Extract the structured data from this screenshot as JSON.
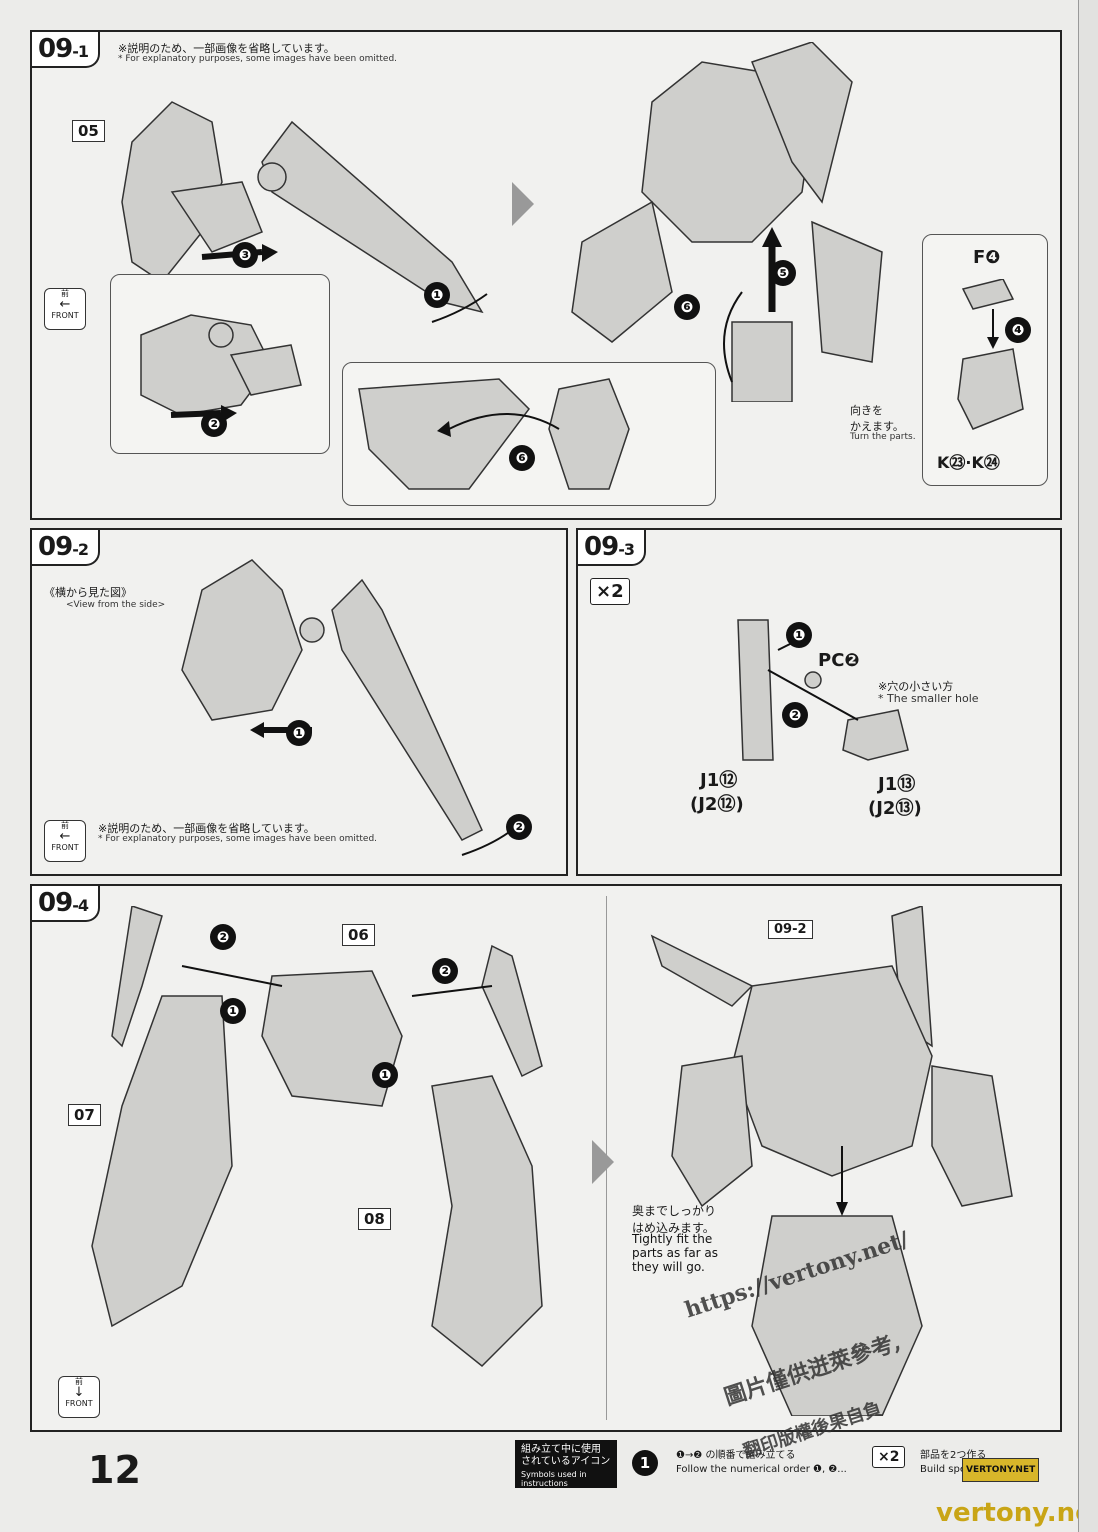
{
  "page_number": "12",
  "steps": {
    "s1": {
      "tag_main": "09",
      "tag_sub": "-1",
      "note_jp": "※説明のため、一部画像を省略しています。",
      "note_en": "* For explanatory purposes, some images have been omitted.",
      "part_label": "05",
      "turn_jp": "向きを\nかえます。",
      "turn_en": "Turn the parts.",
      "f_label": "F❹",
      "k_label": "K㉓·K㉔",
      "nums": [
        "❶",
        "❷",
        "❸",
        "❹",
        "❺",
        "❻",
        "❻"
      ]
    },
    "s2": {
      "tag_main": "09",
      "tag_sub": "-2",
      "side_jp": "《横から見た図》",
      "side_en": "<View from the side>",
      "note_jp": "※説明のため、一部画像を省略しています。",
      "note_en": "* For explanatory purposes, some images have been omitted.",
      "nums": [
        "❶",
        "❷"
      ]
    },
    "s3": {
      "tag_main": "09",
      "tag_sub": "-3",
      "times": "×2",
      "pc_label": "PC❷",
      "hole_jp": "※穴の小さい方",
      "hole_en": "* The smaller hole",
      "j1a": "J1⑫",
      "j2a": "(J2⑫)",
      "j1b": "J1⑬",
      "j2b": "(J2⑬)",
      "nums": [
        "❶",
        "❷"
      ]
    },
    "s4": {
      "tag_main": "09",
      "tag_sub": "-4",
      "part_06": "06",
      "part_07": "07",
      "part_08": "08",
      "ref_tag": "09-2",
      "fit_jp": "奥までしっかり\nはめ込みます。",
      "fit_en": "Tightly fit the\nparts as far as\nthey will go.",
      "nums": [
        "❷",
        "❶",
        "❷",
        "❶"
      ]
    }
  },
  "front_badge": {
    "jp": "前",
    "en": "FRONT"
  },
  "legend": {
    "title_jp": "組み立て中に使用\nされているアイコン",
    "title_en": "Symbols used in instructions",
    "item1_jp": "❶→❷ の順番で組み立てる",
    "item1_en": "Follow the numerical order ❶, ❷...",
    "item2_icon": "×2",
    "item2_jp": "部品を2つ作る",
    "item2_en": "Build spe... of parts."
  },
  "watermark": {
    "url": "https://vertony.net/",
    "line2": "圖片僅供迸萊參考,",
    "line3": "翻印版權後果自負",
    "site": "vertony.net",
    "logo": "VERTONY.NET"
  }
}
